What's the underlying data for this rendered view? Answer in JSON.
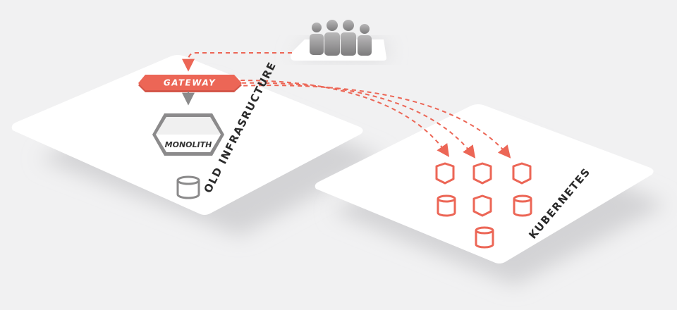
{
  "diagram": {
    "gateway_label": "GATEWAY",
    "monolith_label": "MONOLITH",
    "old_platform_label": "OLD INFRASRUCTURE",
    "new_platform_label": "KUBERNETES"
  },
  "colors": {
    "accent": "#ec6656",
    "platform": "#ffffff",
    "node_gray": "#8b8a8b",
    "background": "#f1f1f2"
  }
}
